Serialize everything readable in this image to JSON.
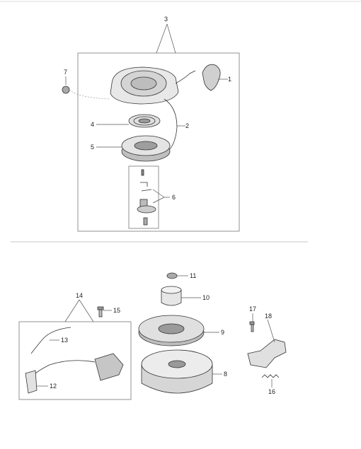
{
  "callouts": {
    "c1": "1",
    "c2": "2",
    "c3": "3",
    "c4": "4",
    "c5": "5",
    "c6": "6",
    "c7": "7",
    "c8": "8",
    "c9": "9",
    "c10": "10",
    "c11": "11",
    "c12": "12",
    "c13": "13",
    "c14": "14",
    "c15": "15",
    "c16": "16",
    "c17": "17",
    "c18": "18"
  },
  "colors": {
    "line": "#555555",
    "part_fill": "#e6e6e6",
    "part_dark": "#9a9a9a",
    "divider": "#c8c8c8"
  }
}
